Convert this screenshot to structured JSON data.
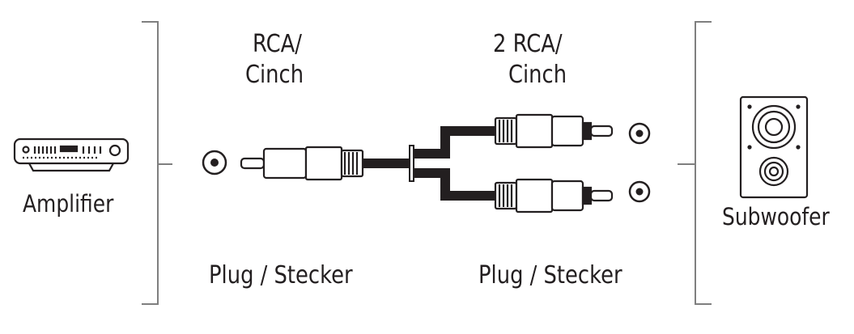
{
  "left_connector": {
    "line1": "RCA/",
    "line2": "Cinch",
    "plug_label": "Plug / Stecker"
  },
  "right_connector": {
    "line1": "2 RCA/",
    "line2": "Cinch",
    "plug_label": "Plug / Stecker"
  },
  "devices": {
    "source": "Amplifier",
    "target": "Subwoofer"
  },
  "colors": {
    "ink": "#231f20",
    "background": "#ffffff",
    "line": "#7f7f7f"
  },
  "icons": [
    "amplifier-icon",
    "subwoofer-icon",
    "rca-socket-icon",
    "rca-plug-icon",
    "y-cable-icon"
  ]
}
